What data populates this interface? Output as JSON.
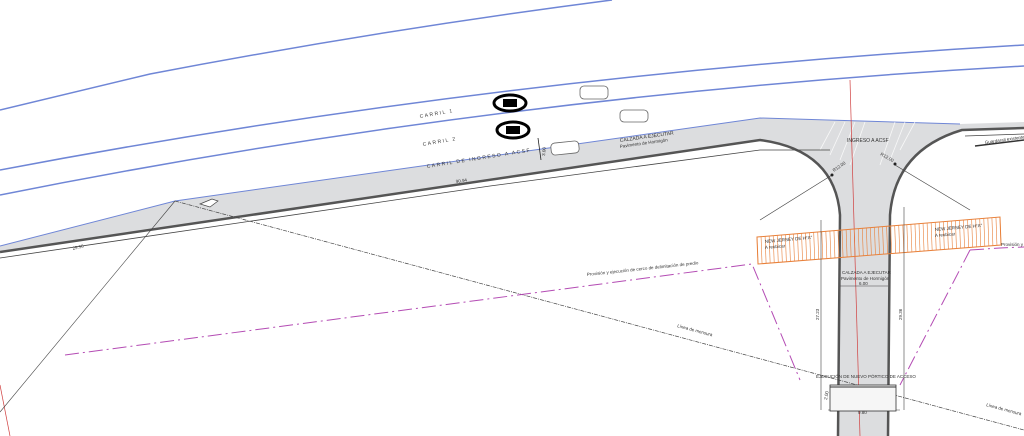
{
  "labels": {
    "carril1": "CARRIL 1",
    "carril2": "CARRIL 2",
    "carril_ingreso": "CARRIL DE INGRESO A ACSF",
    "calzada_top_1": "CALZADA A EJECUTAR",
    "calzada_top_2": "Pavimento de Hormigón",
    "ingreso": "INGRESO A ACSF",
    "radius_left": "R12.00",
    "radius_right": "R12.00",
    "guardarail": "Guardarail existente",
    "nj_left_1": "NEW JERSEY DE H°A°",
    "nj_left_2": "A reubicar",
    "nj_right_1": "NEW JERSEY DE H°A°",
    "nj_right_2": "A reubicar",
    "provision_right": "Provisión y",
    "calzada_mid_1": "CALZADA A EJECUTAR",
    "calzada_mid_2": "Pavimento de Hormigón",
    "dim_width_top": "6.00",
    "provision_cerco": "Provisión y ejecución de cerco de delimitación de predio",
    "linea_mensura_1": "Línea de mensura",
    "linea_mensura_2": "Línea de mensura",
    "dim_left_vertical": "27.23",
    "dim_right_vertical": "29.36",
    "portico": "EJECUCIÓN DE NUEVO PÓRTICO DE ACCESO",
    "dim_portico_h": "2.00",
    "dim_portico_w": "9.80",
    "dim_lane_width": "3.00",
    "dim_curve": "90.94",
    "dim_left": "29.56"
  },
  "colors": {
    "lane_blue": "#6f86d6",
    "road_fill": "#dcdddf",
    "hatch_orange": "#e8803a",
    "fence_purple": "#b44cb4",
    "axis_red": "#d04040"
  }
}
